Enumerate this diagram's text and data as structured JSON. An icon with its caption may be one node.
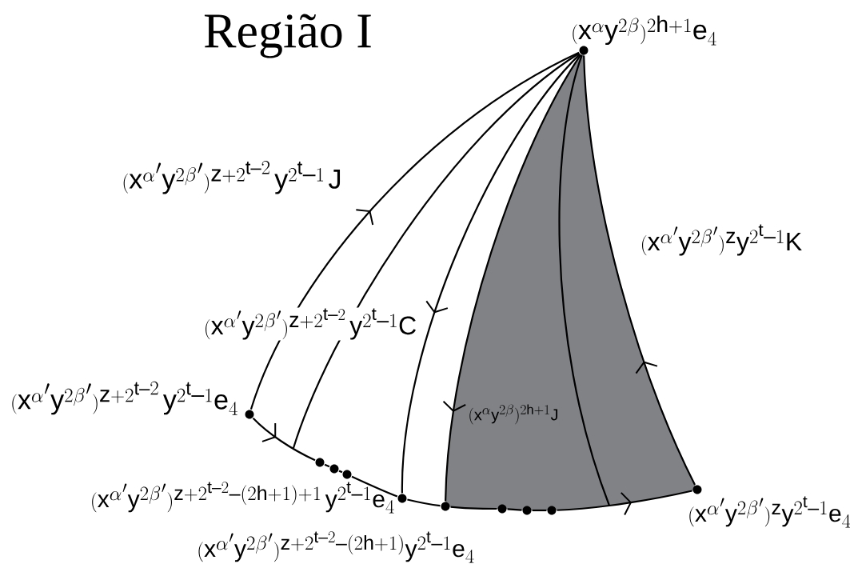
{
  "diagram": {
    "title": "Região I",
    "nodes": [
      {
        "text": [
          "(x^{\\alpha}y^{2\\beta})^{2h+1}e_4"
        ]
      },
      {
        "text": [
          "(x^{\\alpha'}y^{2\\beta'})^{z+2^{t-2}}\\,y^{2^t-1}e_4"
        ]
      },
      {
        "text": [
          "(x^{\\alpha'}y^{2\\beta'})^{z+2^{t-2}-(2h+1)+1}\\,y^{2^t-1}e_4"
        ]
      },
      {
        "text": [
          "(x^{\\alpha'}y^{2\\beta'})^{z+2^{t-2}-(2h+1)}y^{2^t-1}e_4"
        ]
      },
      {
        "text": [
          "(x^{\\alpha'}y^{2\\beta'})^{z}y^{2^t-1}e_4"
        ]
      },
      {
        "text": [],
        "shape": "circle"
      },
      {
        "text": [],
        "shape": "circle"
      },
      {
        "text": [],
        "shape": "circle"
      },
      {
        "text": [],
        "shape": "circle"
      },
      {
        "text": [],
        "shape": "circle"
      },
      {
        "text": [],
        "shape": "circle"
      }
    ],
    "edges": [
      {
        "from": 1,
        "to": 0,
        "arrow": "to",
        "label": "(x^{\\alpha'}y^{2\\beta'})^{z+2^{t-2}}\\,y^{2^t-1}\\,J"
      },
      {
        "from": 0,
        "to": null,
        "arrow": "none"
      },
      {
        "from": 0,
        "to": 2,
        "arrow": "to",
        "label": "(x^{\\alpha'}y^{2\\beta'})^{z+2^{t-2}}\\,y^{2^t-1}C"
      },
      {
        "from": 0,
        "to": 3,
        "arrow": "to",
        "label": "(x^{\\alpha}y^{2\\beta})^{2h+1}J"
      },
      {
        "from": 0,
        "to": null,
        "arrow": "none"
      },
      {
        "from": 4,
        "to": 0,
        "arrow": "to",
        "label": "(x^{\\alpha'}y^{2\\beta'})^{z}y^{2^t-1}K"
      },
      {
        "from": 1,
        "to": 5,
        "arrow": "to"
      },
      {
        "from": 5,
        "to": 6,
        "arrow": "none"
      },
      {
        "from": 6,
        "to": 7,
        "arrow": "none"
      },
      {
        "from": 7,
        "to": 2,
        "arrow": "none"
      },
      {
        "from": 2,
        "to": 3,
        "arrow": "none"
      },
      {
        "from": 3,
        "to": 8,
        "arrow": "none"
      },
      {
        "from": 8,
        "to": 9,
        "arrow": "none"
      },
      {
        "from": 9,
        "to": 10,
        "arrow": "none"
      },
      {
        "from": 10,
        "to": 4,
        "arrow": "to"
      }
    ]
  }
}
